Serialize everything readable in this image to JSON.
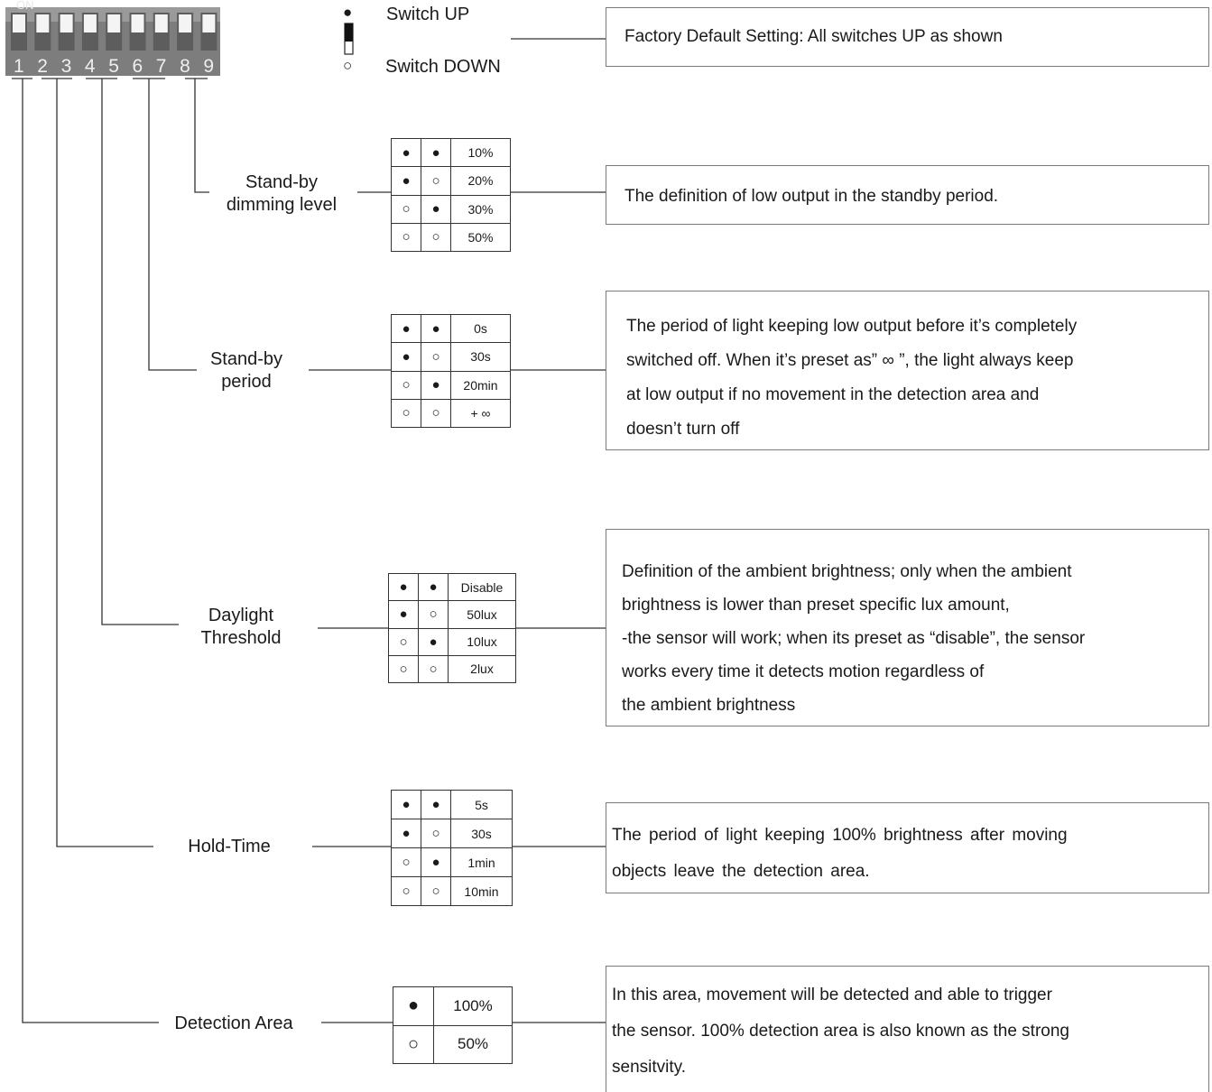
{
  "dip": {
    "on_label": "ON",
    "numbers": [
      "1",
      "2",
      "3",
      "4",
      "5",
      "6",
      "7",
      "8",
      "9"
    ]
  },
  "legend": {
    "up_symbol": "●",
    "up_label": "Switch UP",
    "down_symbol": "○",
    "down_label": "Switch DOWN"
  },
  "factory_default": "Factory Default Setting: All switches UP as shown",
  "sections": [
    {
      "label": [
        "Stand-by",
        "dimming level"
      ],
      "rows": [
        {
          "s1": "●",
          "s2": "●",
          "value": "10%"
        },
        {
          "s1": "●",
          "s2": "○",
          "value": "20%"
        },
        {
          "s1": "○",
          "s2": "●",
          "value": "30%"
        },
        {
          "s1": "○",
          "s2": "○",
          "value": "50%"
        }
      ],
      "description": [
        "The definition of low output in the standby period."
      ]
    },
    {
      "label": [
        "Stand-by",
        "period"
      ],
      "rows": [
        {
          "s1": "●",
          "s2": "●",
          "value": "0s"
        },
        {
          "s1": "●",
          "s2": "○",
          "value": "30s"
        },
        {
          "s1": "○",
          "s2": "●",
          "value": "20min"
        },
        {
          "s1": "○",
          "s2": "○",
          "value": "+ ∞"
        }
      ],
      "description": [
        "The period of light keeping low output before it’s completely",
        "switched off. When it’s preset as” ∞ ”, the light always keep",
        "at low output if no movement in the detection area and",
        "doesn’t turn off"
      ]
    },
    {
      "label": [
        "Daylight",
        "Threshold"
      ],
      "rows": [
        {
          "s1": "●",
          "s2": "●",
          "value": "Disable"
        },
        {
          "s1": "●",
          "s2": "○",
          "value": "50lux"
        },
        {
          "s1": "○",
          "s2": "●",
          "value": "10lux"
        },
        {
          "s1": "○",
          "s2": "○",
          "value": "2lux"
        }
      ],
      "description": [
        "Definition of the ambient brightness; only when the ambient",
        "brightness is lower than preset specific lux amount,",
        "-the sensor will work; when its preset as “disable”, the sensor",
        "works every time it detects motion regardless of",
        "the ambient brightness"
      ]
    },
    {
      "label": [
        "Hold-Time"
      ],
      "rows": [
        {
          "s1": "●",
          "s2": "●",
          "value": "5s"
        },
        {
          "s1": "●",
          "s2": "○",
          "value": "30s"
        },
        {
          "s1": "○",
          "s2": "●",
          "value": "1min"
        },
        {
          "s1": "○",
          "s2": "○",
          "value": "10min"
        }
      ],
      "description": [
        "The period of light keeping 100% brightness after moving",
        "objects leave the detection area."
      ]
    },
    {
      "label": [
        "Detection Area"
      ],
      "rows": [
        {
          "s1": "●",
          "value": "100%"
        },
        {
          "s1": "○",
          "value": "50%"
        }
      ],
      "description": [
        "In this area, movement will be detected and able to trigger",
        "the sensor. 100% detection area is also known as the strong",
        "sensitvity."
      ]
    }
  ]
}
